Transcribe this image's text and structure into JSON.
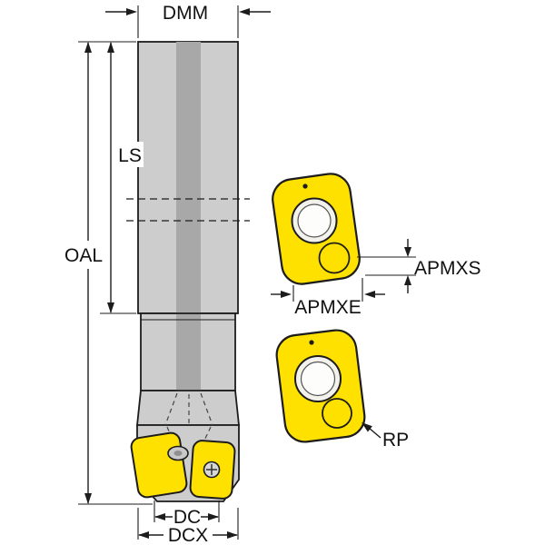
{
  "labels": {
    "dmm": "DMM",
    "ls": "LS",
    "oal": "OAL",
    "dc": "DC",
    "dcx": "DCX",
    "apmxs": "APMXS",
    "apmxe": "APMXE",
    "rp": "RP"
  },
  "colors": {
    "insert_yellow": "#ffe100",
    "body_gray": "#cdcdcd",
    "stripe_gray": "#a8a8a8",
    "screw_gray": "#c8c8c8",
    "line_dark": "#1c1c1c",
    "background": "#ffffff"
  }
}
